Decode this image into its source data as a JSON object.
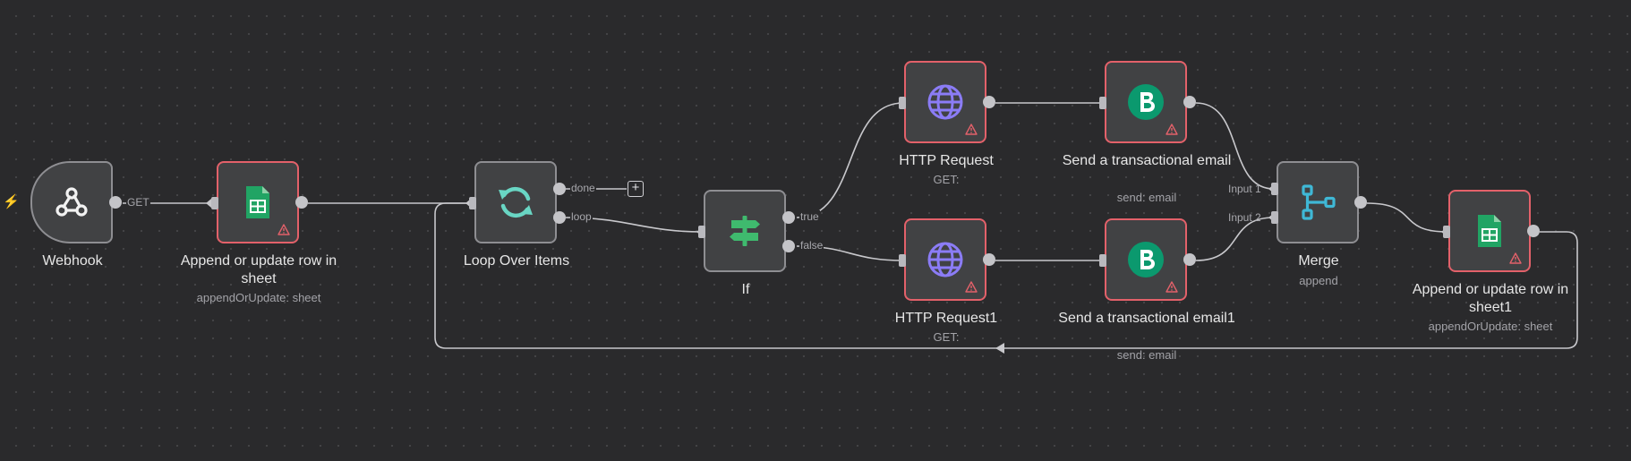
{
  "nodes": {
    "webhook": {
      "label": "Webhook"
    },
    "sheet1": {
      "label": "Append or update row in sheet",
      "sub": "appendOrUpdate: sheet"
    },
    "loop": {
      "label": "Loop Over Items"
    },
    "if": {
      "label": "If"
    },
    "http1": {
      "label": "HTTP Request",
      "sub": "GET:"
    },
    "http2": {
      "label": "HTTP Request1",
      "sub": "GET:"
    },
    "brevo1": {
      "label": "Send a transactional email",
      "sub": "send: email"
    },
    "brevo2": {
      "label": "Send a transactional email1",
      "sub": "send: email"
    },
    "merge": {
      "label": "Merge",
      "sub": "append"
    },
    "sheet2": {
      "label": "Append or update row in sheet1",
      "sub": "appendOrUpdate: sheet"
    }
  },
  "edge_labels": {
    "get": "GET",
    "done": "done",
    "loop": "loop",
    "true": "true",
    "false": "false",
    "input1": "Input 1",
    "input2": "Input 2"
  },
  "colors": {
    "canvas": "#2a2a2c",
    "node_bg": "#414244",
    "node_border": "#8e8e92",
    "error_border": "#e3616a",
    "connection": "#c8c8cc",
    "sheets_green": "#21a464",
    "brevo_green": "#0b996e",
    "http_purple": "#8b7cf6",
    "loop_teal": "#69d6c4",
    "if_green": "#3fba6e",
    "merge_cyan": "#3fb8d6"
  },
  "icons": {
    "webhook": "webhook-icon",
    "sheets": "google-sheets-icon",
    "loop": "refresh-icon",
    "if": "signpost-icon",
    "http": "globe-icon",
    "brevo": "brevo-icon",
    "merge": "merge-icon",
    "warning": "warning-icon",
    "trigger": "lightning-bolt-icon"
  }
}
